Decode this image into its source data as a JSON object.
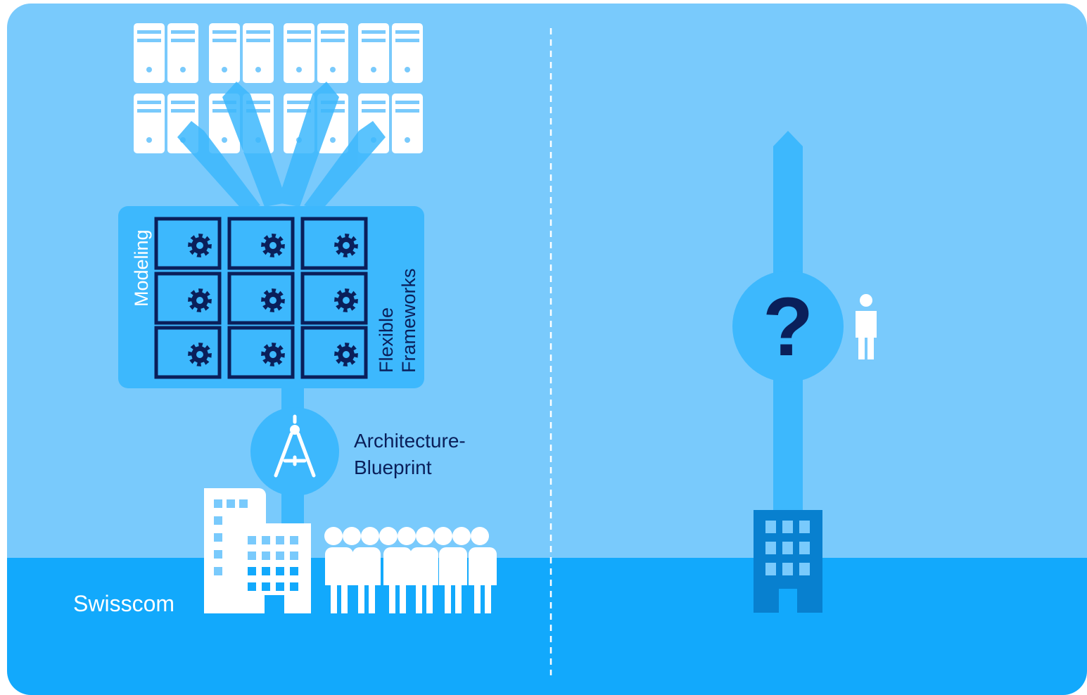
{
  "colors": {
    "sky": "#79cafc",
    "ground": "#12a9fc",
    "beam": "#3db8fd",
    "panel": "#3db8fd",
    "navy": "#0a1f5a",
    "white": "#ffffff",
    "building_dark": "#0880cf",
    "divider": "#ffffff"
  },
  "labels": {
    "modeling": "Modeling",
    "flexible": "Flexible",
    "frameworks": "Frameworks",
    "architecture_line1": "Architecture-",
    "architecture_line2": "Blueprint",
    "company": "Swisscom",
    "question_mark": "?"
  },
  "icons": {
    "servers": "server-icon",
    "gear": "gear-icon",
    "compass": "drafting-compass-icon",
    "building": "office-building-icon",
    "people": "person-icon",
    "question": "question-mark-icon"
  }
}
